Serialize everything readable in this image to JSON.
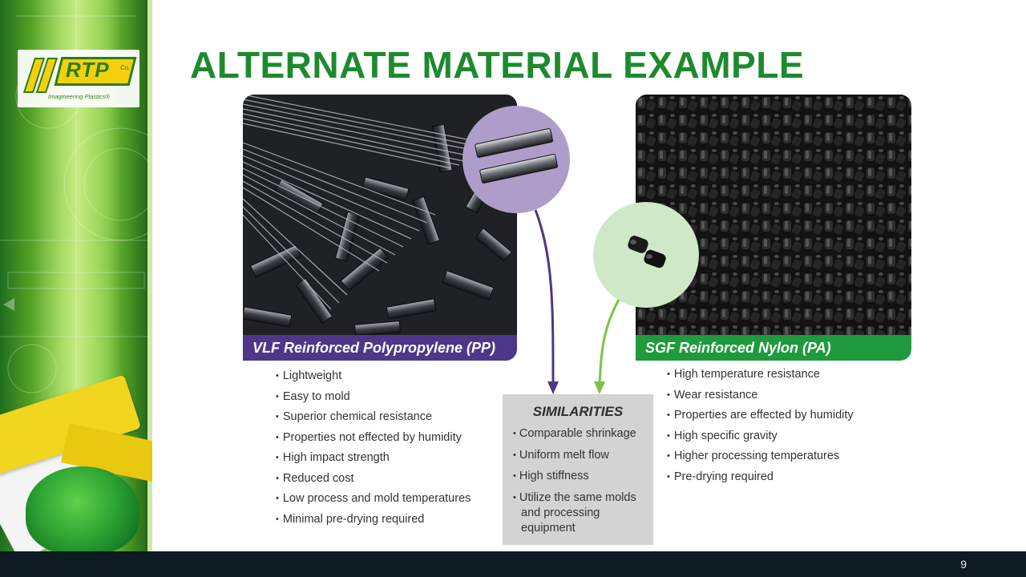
{
  "title": "ALTERNATE MATERIAL EXAMPLE",
  "logo": {
    "text": "RTP",
    "suffix": "Co.",
    "tagline": "Imagineering Plastics®"
  },
  "left_panel": {
    "label": "VLF Reinforced Polypropylene (PP)",
    "color": "#4e3788",
    "bubble_color": "#ae9dc9",
    "bullets": [
      "Lightweight",
      "Easy to mold",
      "Superior chemical resistance",
      "Properties not effected by humidity",
      "High impact strength",
      "Reduced cost",
      "Low process and mold temperatures",
      "Minimal pre-drying required"
    ]
  },
  "right_panel": {
    "label": "SGF Reinforced Nylon (PA)",
    "color": "#1f9a3c",
    "bubble_color": "#cfe8c8",
    "bullets": [
      "High temperature resistance",
      "Wear resistance",
      "Properties are effected by humidity",
      "High specific gravity",
      "Higher processing temperatures",
      "Pre-drying required"
    ]
  },
  "similarities": {
    "title": "SIMILARITIES",
    "bullets": [
      "Comparable shrinkage",
      "Uniform melt flow",
      "High stiffness",
      "Utilize the same molds and processing equipment"
    ]
  },
  "footer": {
    "page_number": "9"
  },
  "colors": {
    "title": "#1d8a2f",
    "footer": "#0d1b22",
    "similarities_box": "#d3d3d3"
  }
}
